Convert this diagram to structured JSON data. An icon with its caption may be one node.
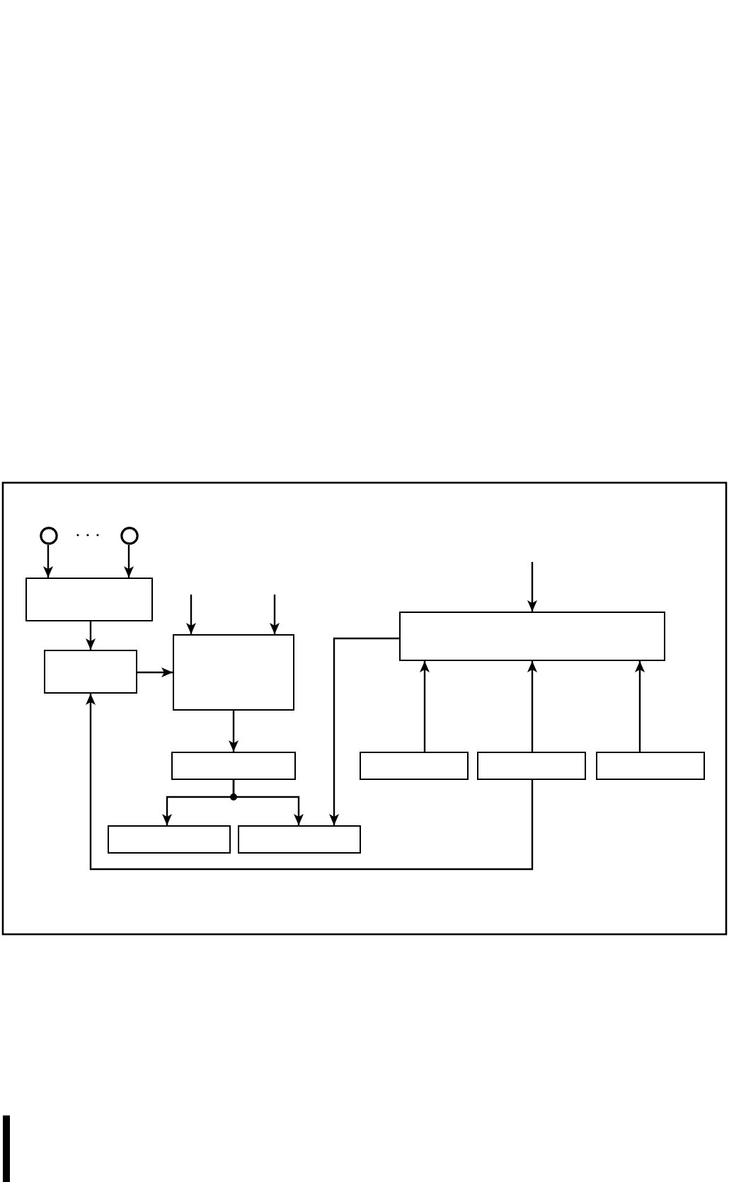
{
  "diagram": {
    "nodes": [
      {
        "text": [],
        "shape": "circle"
      },
      {
        "text": [],
        "shape": "circle"
      },
      {
        "text": [],
        "shape": "box"
      },
      {
        "text": [],
        "shape": "box"
      },
      {
        "text": [],
        "shape": "box"
      },
      {
        "text": [],
        "shape": "box"
      },
      {
        "text": [],
        "shape": "box"
      },
      {
        "text": [],
        "shape": "box"
      },
      {
        "text": [],
        "shape": "box"
      },
      {
        "text": [],
        "shape": "box"
      },
      {
        "text": [],
        "shape": "box"
      },
      {
        "text": [],
        "shape": "box"
      }
    ],
    "edges": [
      {
        "from": 0,
        "to": 2,
        "arrow": "to"
      },
      {
        "from": 1,
        "to": 2,
        "arrow": "to"
      },
      {
        "from": 2,
        "to": 3,
        "arrow": "to"
      },
      {
        "from": 3,
        "to": 4,
        "arrow": "to"
      },
      {
        "from": null,
        "to": 4,
        "arrow": "to"
      },
      {
        "from": null,
        "to": 4,
        "arrow": "to"
      },
      {
        "from": 4,
        "to": 6,
        "arrow": "to"
      },
      {
        "from": 6,
        "to": 7,
        "arrow": "to"
      },
      {
        "from": 6,
        "to": 8,
        "arrow": "to"
      },
      {
        "from": null,
        "to": 5,
        "arrow": "to"
      },
      {
        "from": 5,
        "to": 8,
        "arrow": "to"
      },
      {
        "from": 9,
        "to": 5,
        "arrow": "to"
      },
      {
        "from": 10,
        "to": 5,
        "arrow": "to"
      },
      {
        "from": 11,
        "to": 5,
        "arrow": "to"
      },
      {
        "from": 10,
        "to": 3,
        "arrow": "to"
      }
    ]
  }
}
